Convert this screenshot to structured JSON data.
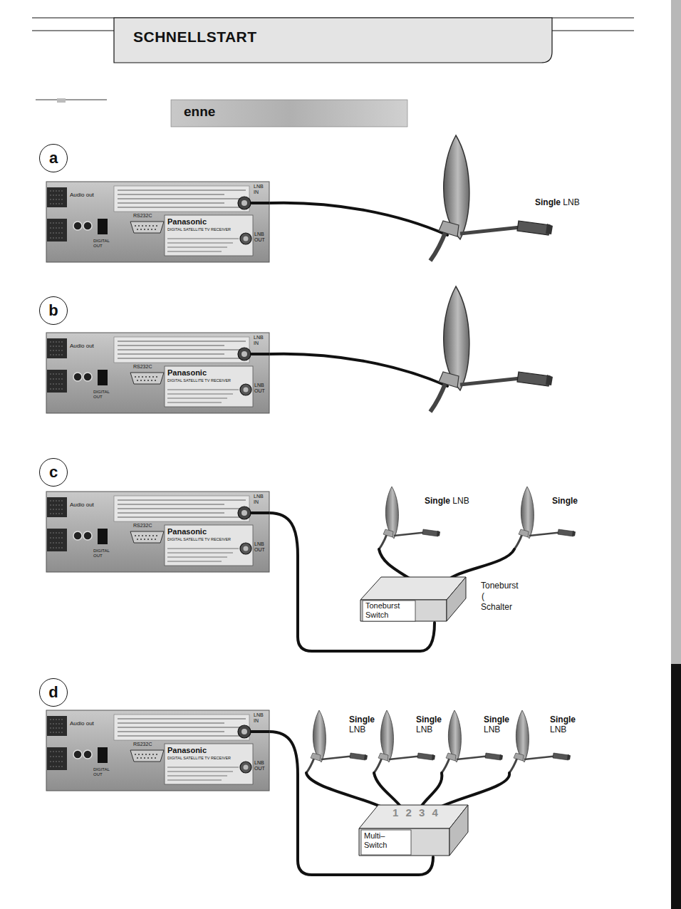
{
  "diagram": {
    "title": "SCHNELLSTART",
    "nodes": [
      {
        "text": [
          "a"
        ]
      },
      {
        "text": [
          "Audio out",
          "RS232C",
          "Panasonic",
          "DIGITAL SATELLITE TV RECEIVER",
          "LNB IN",
          "LNB OUT",
          "DIGITAL OUT"
        ]
      },
      {
        "text": [
          "b"
        ]
      },
      {
        "text": [
          "Audio out",
          "RS232C",
          "Panasonic",
          "DIGITAL SATELLITE TV RECEIVER",
          "LNB IN",
          "LNB OUT",
          "DIGITAL OUT"
        ]
      },
      {
        "text": [
          "c"
        ]
      },
      {
        "text": [
          "Audio out",
          "RS232C",
          "Panasonic",
          "DIGITAL SATELLITE TV RECEIVER",
          "LNB IN",
          "LNB OUT",
          "DIGITAL OUT"
        ]
      },
      {
        "text": [
          "Toneburst Switch"
        ]
      },
      {
        "text": [
          "d"
        ]
      },
      {
        "text": [
          "Audio out",
          "RS232C",
          "Panasonic",
          "DIGITAL SATELLITE TV RECEIVER",
          "LNB IN",
          "LNB OUT",
          "DIGITAL OUT"
        ]
      },
      {
        "text": [
          "1 2 3 4",
          "Multi– Switch"
        ]
      }
    ],
    "edges": [
      {
        "from": 5,
        "to": 6,
        "arrow": "none"
      },
      {
        "from": 8,
        "to": 9,
        "arrow": "none"
      }
    ],
    "labels": [
      "enne",
      "Single LNB",
      "Single LNB",
      "Single",
      "Toneburst",
      "(",
      "Schalter",
      "Single LNB",
      "Single LNB",
      "Single LNB",
      "Single LNB"
    ]
  }
}
